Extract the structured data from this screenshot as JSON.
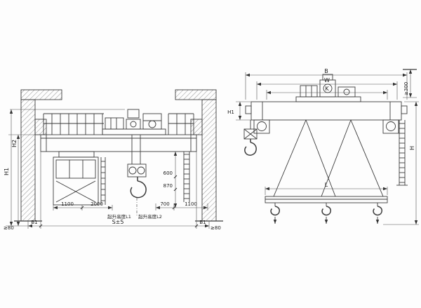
{
  "page": {
    "background": "#fdfdfd",
    "line_color": "#3b3b3b"
  },
  "left_view": {
    "name": "double girder overhead crane - front elevation",
    "labels": {
      "h1": "H1",
      "h2": "H2",
      "d1100a": "1100",
      "d2000": "2000",
      "d600": "600",
      "d870": "870",
      "d700": "700",
      "d1100b": "1100",
      "lift_l1": "起升高度L1",
      "lift_l2": "起升高度L2",
      "span": "S±5",
      "b1_left": "B1",
      "b1_right": "B1",
      "c80_left": "≥80",
      "c80_right": "≥80"
    }
  },
  "right_view": {
    "name": "double girder overhead crane - end elevation",
    "labels": {
      "b": "B",
      "w": "W",
      "k": "K",
      "c300": "≥300",
      "h1": "H1",
      "h": "H",
      "l": "L"
    }
  }
}
